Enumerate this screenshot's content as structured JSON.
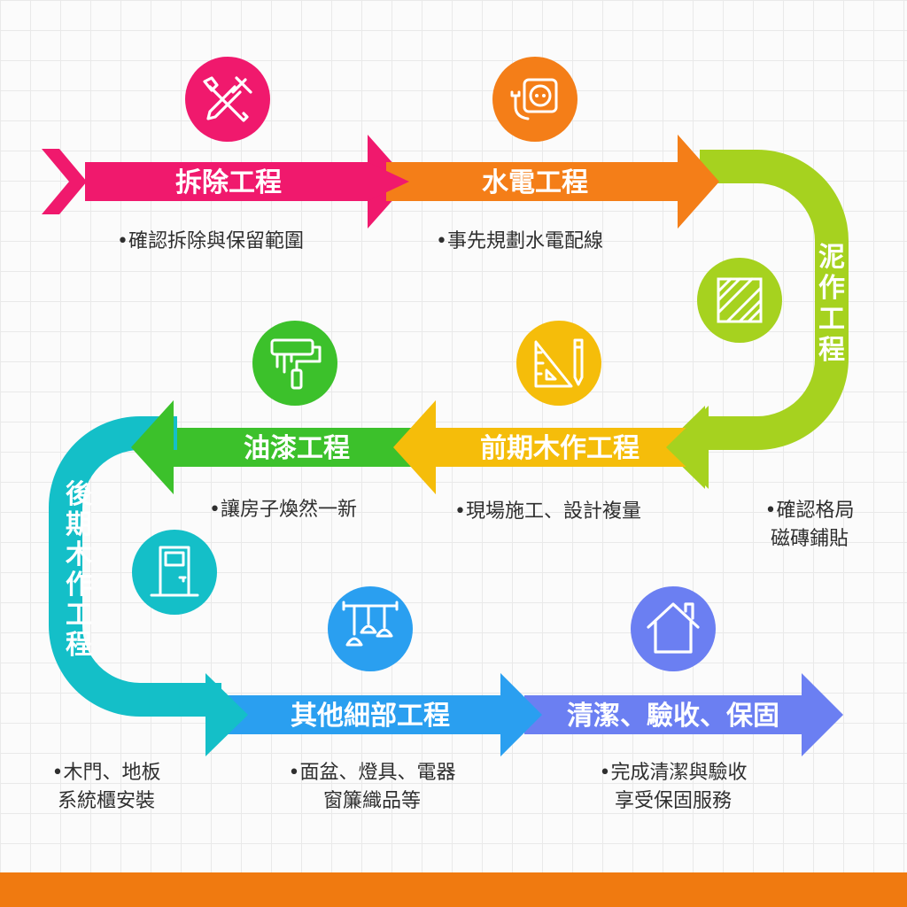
{
  "colors": {
    "demolition": "#f0196d",
    "plumbing": "#f47e18",
    "masonry": "#a6d21f",
    "early_carpentry": "#f5bd0a",
    "painting": "#3cc12b",
    "late_carpentry": "#14bfc8",
    "details": "#2a9ff0",
    "cleaning": "#6b7ff2",
    "footer": "#f07a10"
  },
  "stages": {
    "demolition": {
      "label": "拆除工程",
      "icon": "tools-icon",
      "desc": [
        "•確認拆除與保留範圍"
      ]
    },
    "plumbing": {
      "label": "水電工程",
      "icon": "power-socket-icon",
      "desc": [
        "•事先規劃水電配線"
      ]
    },
    "masonry": {
      "label": "泥作工程",
      "icon": "tile-icon",
      "desc": [
        "•確認格局",
        "磁磚鋪貼"
      ]
    },
    "early_carpentry": {
      "label": "前期木作工程",
      "icon": "ruler-pencil-icon",
      "desc": [
        "•現場施工、設計複量"
      ]
    },
    "painting": {
      "label": "油漆工程",
      "icon": "paint-roller-icon",
      "desc": [
        "•讓房子煥然一新"
      ]
    },
    "late_carpentry": {
      "label": "後期木作工程",
      "icon": "door-icon",
      "desc": [
        "•木門、地板",
        "系統櫃安裝"
      ]
    },
    "details": {
      "label": "其他細部工程",
      "icon": "pendant-lamps-icon",
      "desc": [
        "•面盆、燈具、電器",
        "窗簾織品等"
      ]
    },
    "cleaning": {
      "label": "清潔、驗收、保固",
      "icon": "house-icon",
      "desc": [
        "•完成清潔與驗收",
        "享受保固服務"
      ]
    }
  }
}
